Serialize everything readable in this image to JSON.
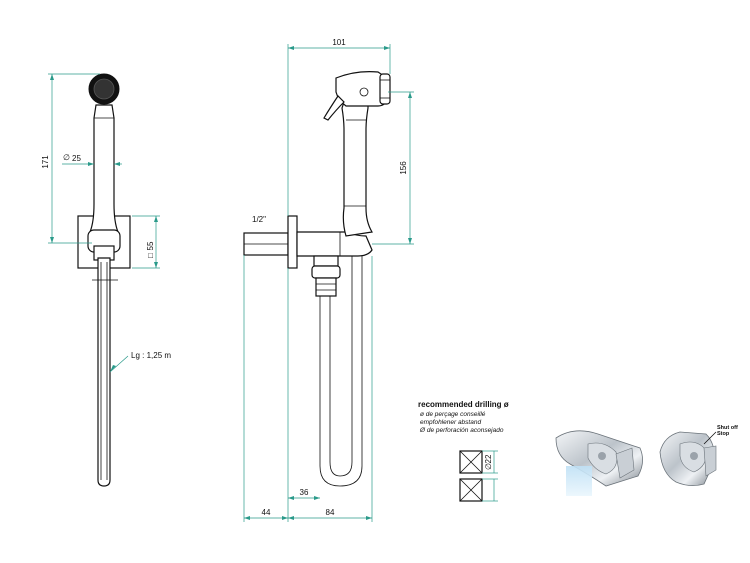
{
  "dimensions": {
    "head_height": "171",
    "handle_diameter": "25",
    "plate_size": "55",
    "hose_length": "Lg : 1,25 m",
    "overall_width": "101",
    "shower_height": "156",
    "thread": "1/2\"",
    "hose_loop_width": "36",
    "wall_offset": "44",
    "projection": "84"
  },
  "drilling": {
    "title": "recommended drilling ø",
    "lines": [
      "ø de perçage conseillé",
      "empfohlener abstand",
      "Ø de perforación aconsejado"
    ],
    "hole_size": "22"
  },
  "shutoff": {
    "label_line1": "Shut off",
    "label_line2": "Stop"
  },
  "colors": {
    "dimension_line": "#2a9a8a",
    "chrome_light": "#e4e8ec",
    "chrome_dark": "#8a9098",
    "water_blue": "#cfe8f7"
  }
}
